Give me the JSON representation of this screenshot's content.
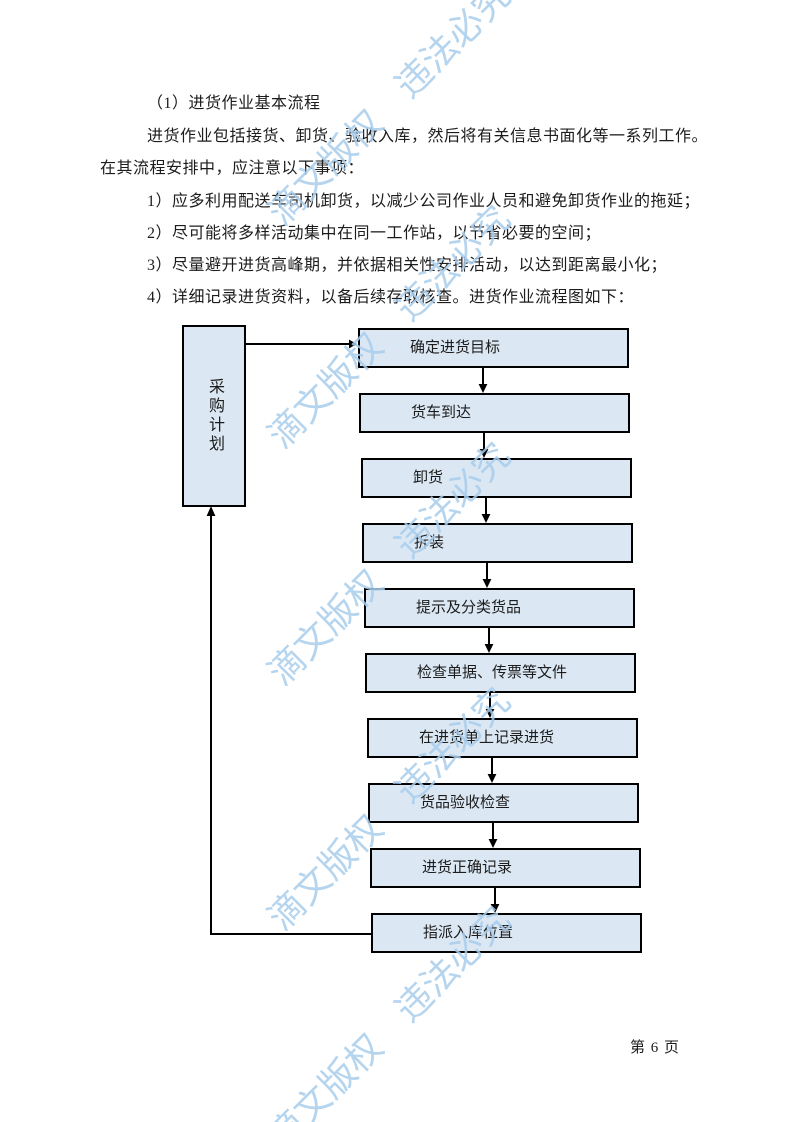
{
  "watermark": {
    "text": "滴文版权　违法必究",
    "color": "#a9cdec"
  },
  "document": {
    "heading": "（1）进货作业基本流程",
    "paragraph_lines": [
      "进货作业包括接货、卸货、验收入库，然后将有关信息书面化等一系列工作。",
      "在其流程安排中，应注意以下事项："
    ],
    "items": [
      "1）应多利用配送车司机卸货，以减少公司作业人员和避免卸货作业的拖延；",
      "2）尽可能将多样活动集中在同一工作站，以节省必要的空间；",
      "3）尽量避开进货高峰期，并依据相关性安排活动，以达到距离最小化；",
      "4）详细记录进货资料，以备后续存取核查。进货作业流程图如下："
    ]
  },
  "flowchart": {
    "side_box": "采购计划",
    "steps": [
      "确定进货目标",
      "货车到达",
      "卸货",
      "拆装",
      "提示及分类货品",
      "检查单据、传票等文件",
      "在进货单上记录进货",
      "货品验收检查",
      "进货正确记录",
      "指派入库位置"
    ],
    "colors": {
      "box_fill": "#dbe8f4",
      "box_border": "#000000",
      "arrow": "#000000"
    }
  },
  "footer": {
    "page_number": "第 6 页"
  }
}
